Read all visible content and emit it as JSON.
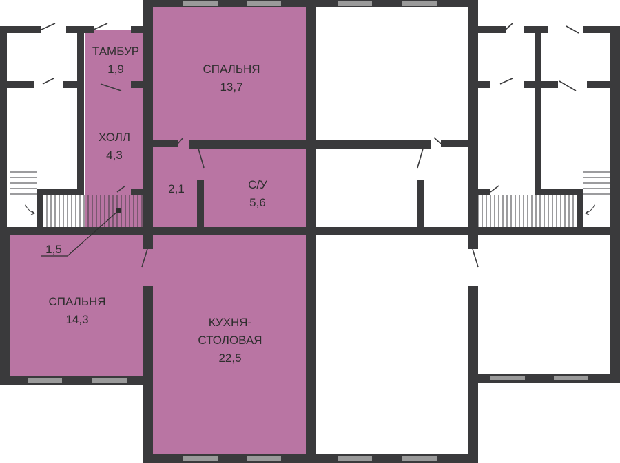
{
  "plan": {
    "highlight_color": "#b975a3",
    "wall_color": "#3a3a3c",
    "window_color": "#9a9a9a",
    "rooms": {
      "vestibule": {
        "name": "ТАМБУР",
        "area": "1,9"
      },
      "bedroom_top": {
        "name": "СПАЛЬНЯ",
        "area": "13,7"
      },
      "hall": {
        "name": "ХОЛЛ",
        "area": "4,3"
      },
      "closet": {
        "name": "",
        "area": "2,1"
      },
      "bathroom": {
        "name": "С/У",
        "area": "5,6"
      },
      "stair_area": {
        "name": "",
        "area": "1,5"
      },
      "bedroom_left": {
        "name": "СПАЛЬНЯ",
        "area": "14,3"
      },
      "kitchen": {
        "name_line1": "КУХНЯ-",
        "name_line2": "СТОЛОВАЯ",
        "area": "22,5"
      }
    }
  }
}
